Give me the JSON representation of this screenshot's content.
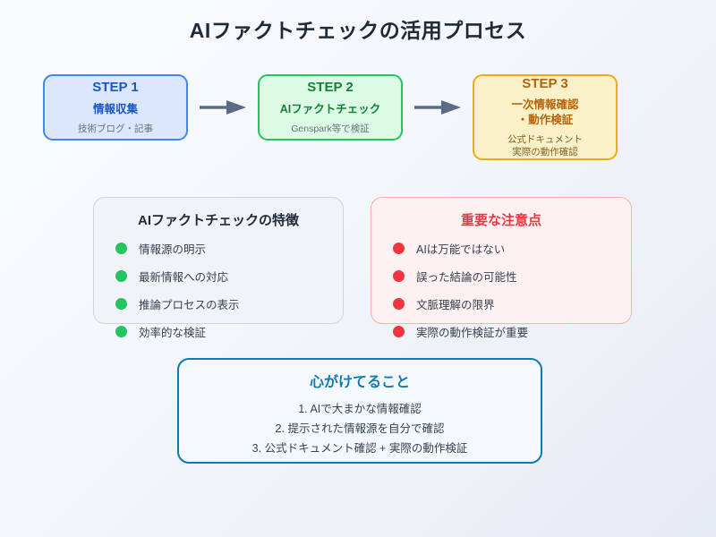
{
  "page": {
    "title": "AIファクトチェックの活用プロセス",
    "background_from": "#fafbfd",
    "background_to": "#e6ebf4"
  },
  "flow": {
    "arrow_icon": "arrow-right-icon",
    "arrow_color": "#5b6b85",
    "steps": [
      {
        "id": "step1",
        "label": "STEP 1",
        "main": "情報収集",
        "sub": "技術ブログ・記事",
        "border_color": "#4285f4",
        "fill_color": "#dbe7fd",
        "text_color": "#1a56c4"
      },
      {
        "id": "step2",
        "label": "STEP 2",
        "main": "AIファクトチェック",
        "sub": "Genspark等で検証",
        "border_color": "#22c55e",
        "fill_color": "#dcfbe4",
        "text_color": "#14803c"
      },
      {
        "id": "step3",
        "label": "STEP 3",
        "main": "一次情報確認\n・動作検証",
        "sub": "公式ドキュメント\n実際の動作確認",
        "border_color": "#f0a81e",
        "fill_color": "#fbf1c8",
        "text_color": "#b4620b"
      }
    ]
  },
  "features_card": {
    "title": "AIファクトチェックの特徴",
    "bullet_color": "#22c55e",
    "border_color": "#ccd4df",
    "fill_color": "#f0f3f8",
    "items": [
      "情報源の明示",
      "最新情報への対応",
      "推論プロセスの表示",
      "効率的な検証"
    ]
  },
  "warnings_card": {
    "title": "重要な注意点",
    "title_color": "#f0353f",
    "bullet_color": "#f0353f",
    "border_color": "#f9b0b0",
    "fill_color": "#fdf1f1",
    "items": [
      "AIは万能ではない",
      "誤った結論の可能性",
      "文脈理解の限界",
      "実際の動作検証が重要"
    ]
  },
  "mindset_card": {
    "title": "心がけてること",
    "title_color": "#0e7ab0",
    "border_color": "#0c7cb8",
    "fill_color": "#f4f9fd",
    "items": [
      "1. AIで大まかな情報確認",
      "2. 提示された情報源を自分で確認",
      "3. 公式ドキュメント確認 + 実際の動作検証"
    ]
  }
}
